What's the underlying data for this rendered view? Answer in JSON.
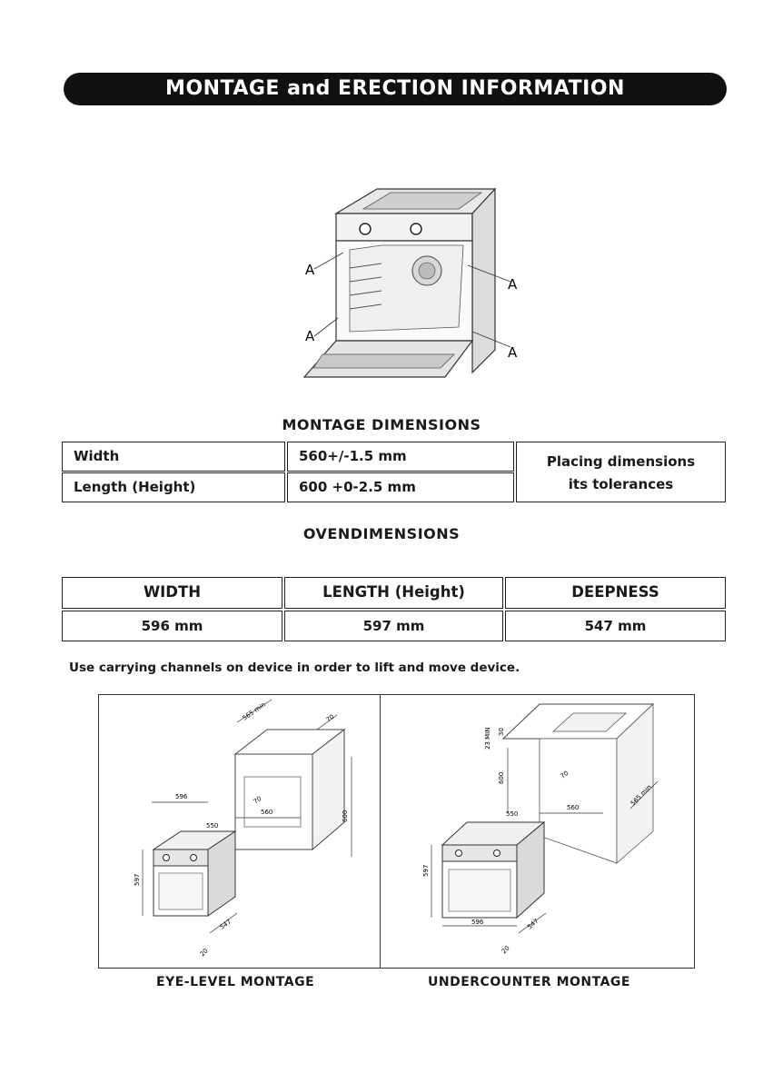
{
  "header": {
    "title": "MONTAGE and ERECTION INFORMATION"
  },
  "oven_figure": {
    "labels": [
      "A",
      "A",
      "A",
      "A"
    ]
  },
  "montage_dimensions": {
    "title": "MONTAGE DIMENSIONS",
    "rows": [
      {
        "label": "Width",
        "value": "560+/-1.5 mm"
      },
      {
        "label": "Length (Height)",
        "value": "600 +0-2.5 mm"
      }
    ],
    "note_line1": "Placing dimensions",
    "note_line2": "its tolerances"
  },
  "oven_dimensions": {
    "title": "OVENDIMENSIONS",
    "headers": [
      "WIDTH",
      "LENGTH (Height)",
      "DEEPNESS"
    ],
    "values": [
      "596 mm",
      "597 mm",
      "547 mm"
    ]
  },
  "carry_note": "Use carrying channels on device in order to lift and move device.",
  "eye_level": {
    "caption": "EYE-LEVEL MONTAGE",
    "dims": [
      "565 min",
      "70",
      "70",
      "560",
      "600",
      "596",
      "550",
      "597",
      "547",
      "20"
    ]
  },
  "undercounter": {
    "caption": "UNDERCOUNTER MONTAGE",
    "dims": [
      "30",
      "23 MIN",
      "600",
      "70",
      "550",
      "560",
      "565 min",
      "597",
      "596",
      "547",
      "20"
    ]
  }
}
